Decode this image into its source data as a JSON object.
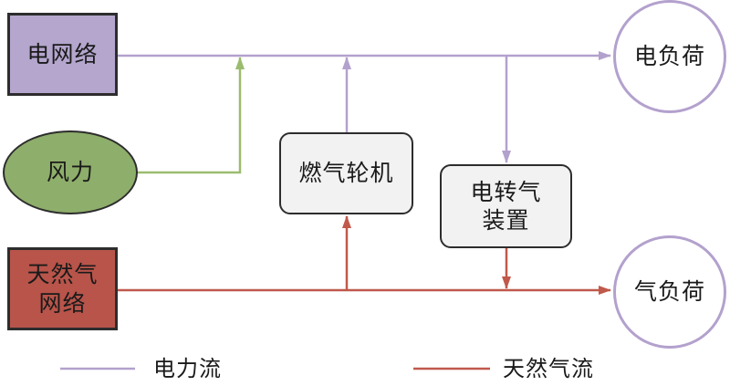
{
  "nodes": {
    "grid_elec": "电网络",
    "wind": "风力",
    "gas_grid": [
      "天然气",
      "网络"
    ],
    "gas_turbine": "燃气轮机",
    "power_to_gas": [
      "电转气",
      "装置"
    ],
    "elec_load": "电负荷",
    "gas_load": "气负荷"
  },
  "legend": {
    "elec_flow": "电力流",
    "gas_flow": "天然气流"
  },
  "colors": {
    "elec_flow": "#b3a1cd",
    "gas_flow": "#c0594b",
    "wind_flow": "#9bbc6e",
    "grid_elec_fill": "#b4a6cd",
    "wind_fill": "#8eae6b",
    "gas_grid_fill": "#b8544a",
    "device_fill": "#f2f2f2"
  }
}
